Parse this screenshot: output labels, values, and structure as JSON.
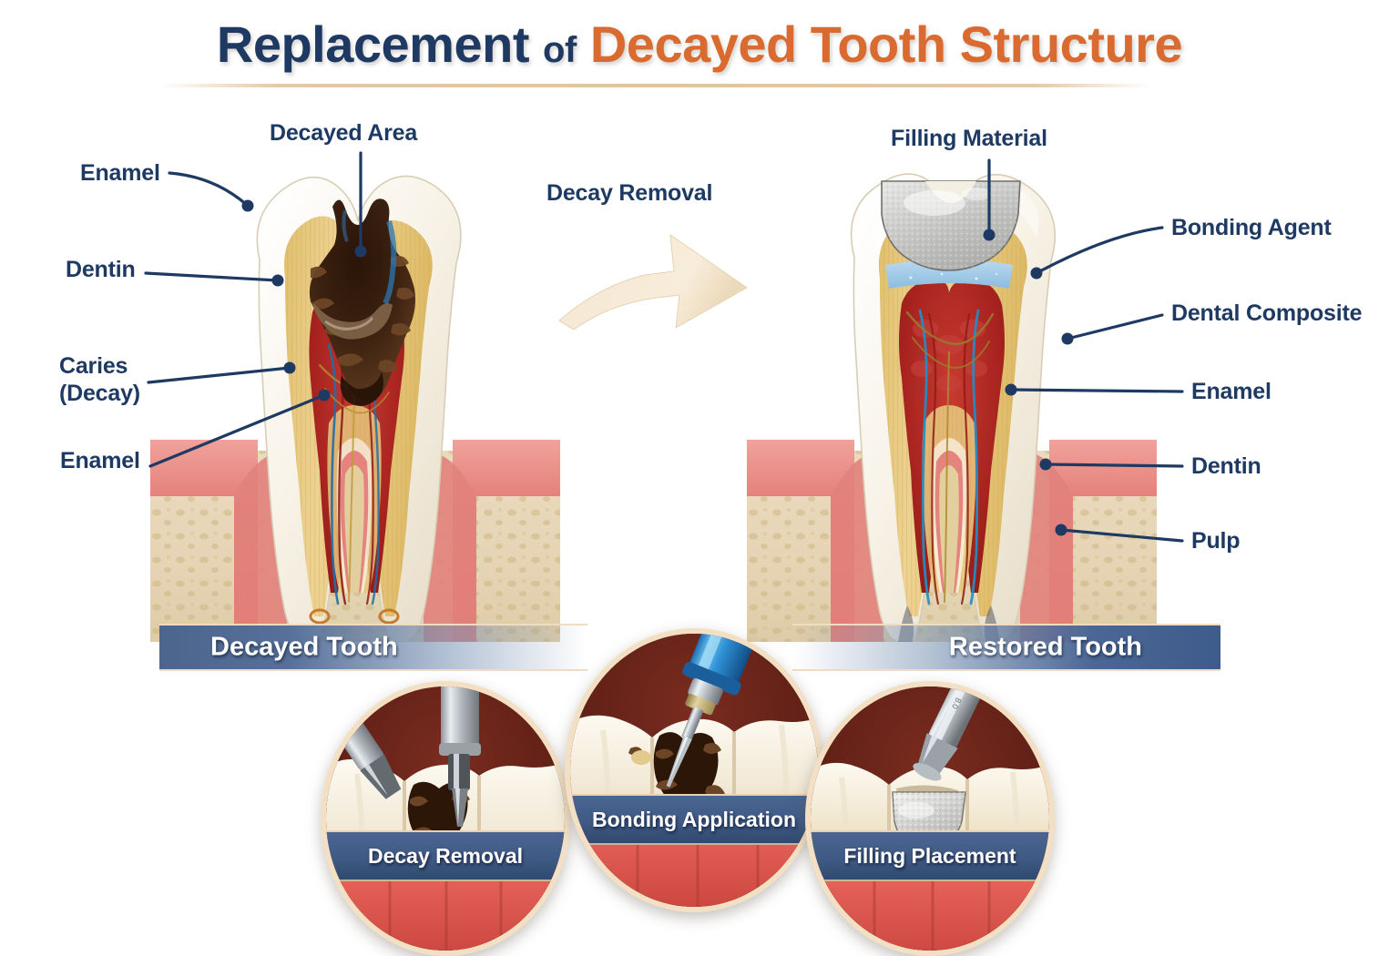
{
  "title": {
    "part1": "Replacement",
    "part2": "of",
    "part3": "Decayed Tooth Structure",
    "color_navy": "#1e3a63",
    "color_orange": "#d96a30"
  },
  "left_figure": {
    "banner_label": "Decayed Tooth",
    "labels": [
      {
        "id": "enamel-top",
        "text": "Enamel"
      },
      {
        "id": "decayed-area",
        "text": "Decayed Area"
      },
      {
        "id": "dentin",
        "text": "Dentin"
      },
      {
        "id": "caries",
        "text": "Caries\n(Decay)"
      },
      {
        "id": "caries-line1",
        "text": "Caries"
      },
      {
        "id": "caries-line2",
        "text": "(Decay)"
      },
      {
        "id": "enamel-bottom",
        "text": "Enamel"
      }
    ]
  },
  "middle": {
    "process_label": "Decay Removal",
    "arrow": "curved-right-arrow"
  },
  "right_figure": {
    "banner_label": "Restored Tooth",
    "labels": [
      {
        "id": "filling-material",
        "text": "Filling Material"
      },
      {
        "id": "bonding-agent",
        "text": "Bonding Agent"
      },
      {
        "id": "dental-composite",
        "text": "Dental Composite"
      },
      {
        "id": "enamel",
        "text": "Enamel"
      },
      {
        "id": "dentin",
        "text": "Dentin"
      },
      {
        "id": "pulp",
        "text": "Pulp"
      }
    ]
  },
  "insets": [
    {
      "id": "decay-removal",
      "caption": "Decay Removal"
    },
    {
      "id": "bonding-application",
      "caption": "Bonding Application"
    },
    {
      "id": "filling-placement",
      "caption": "Filling Placement"
    }
  ],
  "palette": {
    "navy_text": "#1e3a63",
    "orange_title": "#d96a30",
    "enamel_white": "#f6f1e7",
    "dentin_gold": "#e7c878",
    "pulp_red": "#ab2320",
    "gum_pink": "#e8847f",
    "bone_cream": "#e9dcc0",
    "filling_silver": "#c9c9c7",
    "bonding_blue": "#a8cde8",
    "banner_blue": "#3f5a85",
    "inset_maroon": "#5e1f18",
    "inset_ring": "#f3e0c4",
    "arrow_cream": "#f6e7d2"
  }
}
